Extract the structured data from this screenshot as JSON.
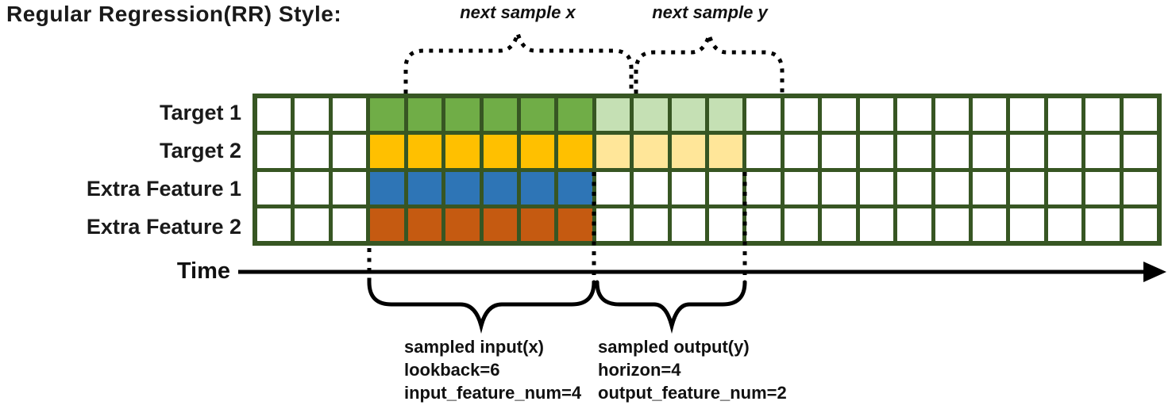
{
  "title": "Regular Regression(RR) Style:",
  "annotations": {
    "next_sample_x": "next sample x",
    "next_sample_y": "next sample y",
    "time_label": "Time",
    "sampled_input": {
      "line1": "sampled input(x)",
      "line2": "lookback=6",
      "line3": "input_feature_num=4"
    },
    "sampled_output": {
      "line1": "sampled output(y)",
      "line2": "horizon=4",
      "line3": "output_feature_num=2"
    }
  },
  "grid": {
    "columns": 24,
    "border_color": "#375623",
    "empty_cell_color": "#ffffff",
    "input_cols": {
      "start": 4,
      "end": 9
    },
    "output_cols": {
      "start": 10,
      "end": 13
    },
    "rows": [
      {
        "label": "Target 1",
        "input_color": "#70AD47",
        "output_color": "#C5E0B4"
      },
      {
        "label": "Target 2",
        "input_color": "#FFC000",
        "output_color": "#FFE699"
      },
      {
        "label": "Extra Feature 1",
        "input_color": "#2E75B6",
        "output_color": null
      },
      {
        "label": "Extra Feature 2",
        "input_color": "#C55A11",
        "output_color": null
      }
    ]
  }
}
